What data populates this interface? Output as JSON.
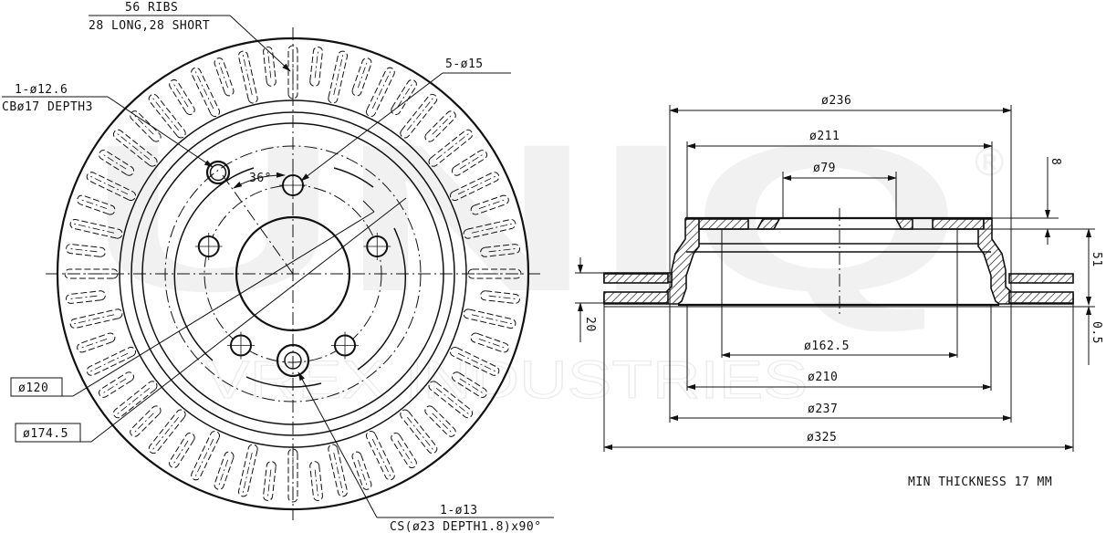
{
  "drawing": {
    "subject": "Vented brake disc technical drawing",
    "watermark": {
      "brand": "UNIQ",
      "registered_mark": "®",
      "company": "VREX INDUSTRIES"
    },
    "front_view": {
      "ribs_callout": {
        "line1": "56 RIBS",
        "line2": "28 LONG,28 SHORT"
      },
      "hole_callout_small": {
        "line1": "1-ø12.6",
        "line2": "CBø17 DEPTH3"
      },
      "bolt_holes_callout": "5-ø15",
      "angle_label": "36°",
      "pcd_label": "ø120",
      "hub_diameter_label": "ø174.5",
      "hole_callout_large": {
        "line1": "1-ø13",
        "line2": "CS(ø23 DEPTH1.8)x90°"
      },
      "rib_count": 56
    },
    "section_view": {
      "dimensions_top": [
        "ø236",
        "ø211",
        "ø79"
      ],
      "dimensions_bottom": [
        "ø162.5",
        "ø210",
        "ø237",
        "ø325"
      ],
      "vertical_dims": {
        "hat_face": "8",
        "overall_height": "51",
        "runout": "0.5",
        "disc_thickness": "20"
      }
    },
    "note": "MIN THICKNESS 17 MM"
  }
}
